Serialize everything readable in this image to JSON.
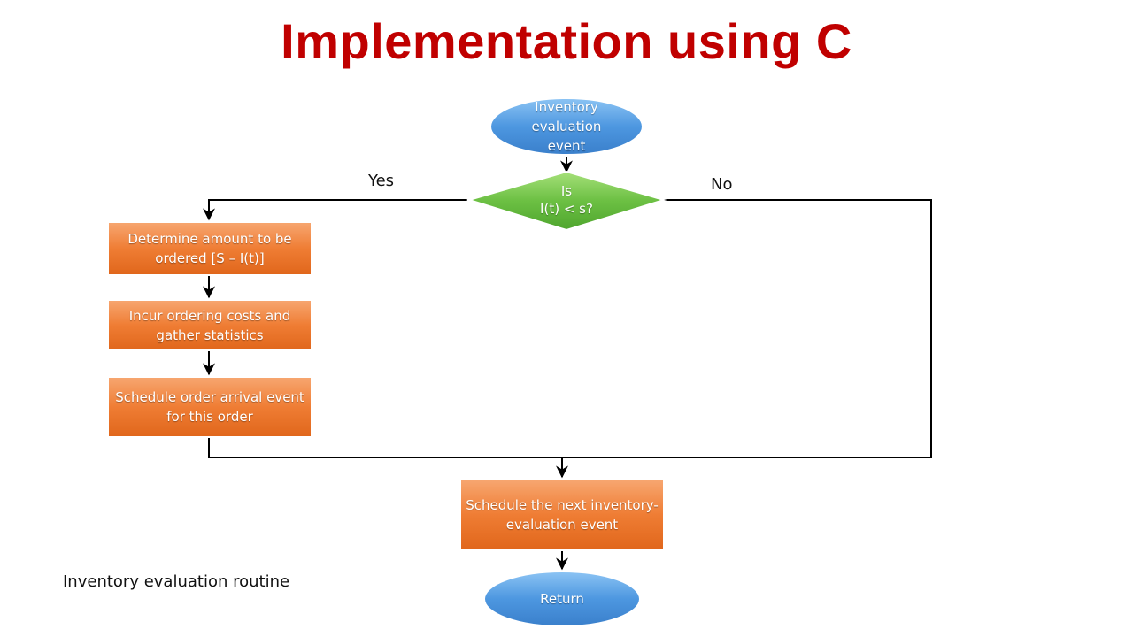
{
  "title": "Implementation using C",
  "nodes": {
    "start": "Inventory evaluation event",
    "decision_line1": "Is",
    "decision_line2": "I(t) < s?",
    "determine": "Determine amount to be ordered [S – I(t)]",
    "incur": "Incur ordering costs and gather statistics",
    "schedule_arrival": "Schedule order arrival event for this order",
    "schedule_next": "Schedule the next inventory-evaluation event",
    "return": "Return"
  },
  "labels": {
    "yes": "Yes",
    "no": "No"
  },
  "caption": "Inventory evaluation routine",
  "colors": {
    "title": "#c00000",
    "blue_fill": "#4a90d9",
    "green_fill": "#66bb44",
    "orange_fill": "#ee7a30",
    "line": "#000000"
  }
}
